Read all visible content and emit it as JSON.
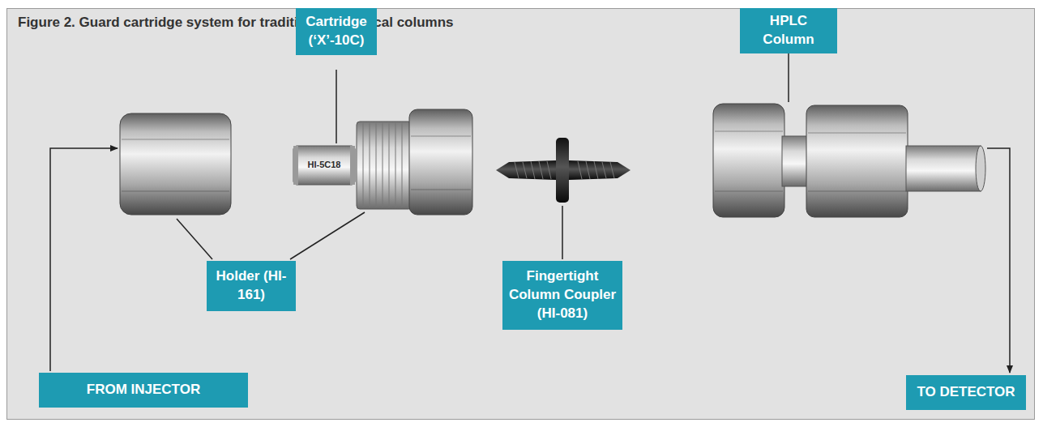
{
  "diagram": {
    "title": "Figure 2. Guard cartridge system for traditional analytical columns",
    "nodes": [
      {
        "text": [
          "Cartridge (‘X’-10C)"
        ]
      },
      {
        "text": [
          "HPLC Column"
        ]
      },
      {
        "text": [
          "Holder (HI-161)"
        ]
      },
      {
        "text": [
          "Fingertight Column Coupler (HI-081)"
        ]
      },
      {
        "text": [
          "FROM INJECTOR"
        ]
      },
      {
        "text": [
          "TO DETECTOR"
        ]
      }
    ],
    "labels": [
      "HI-5C18"
    ]
  }
}
